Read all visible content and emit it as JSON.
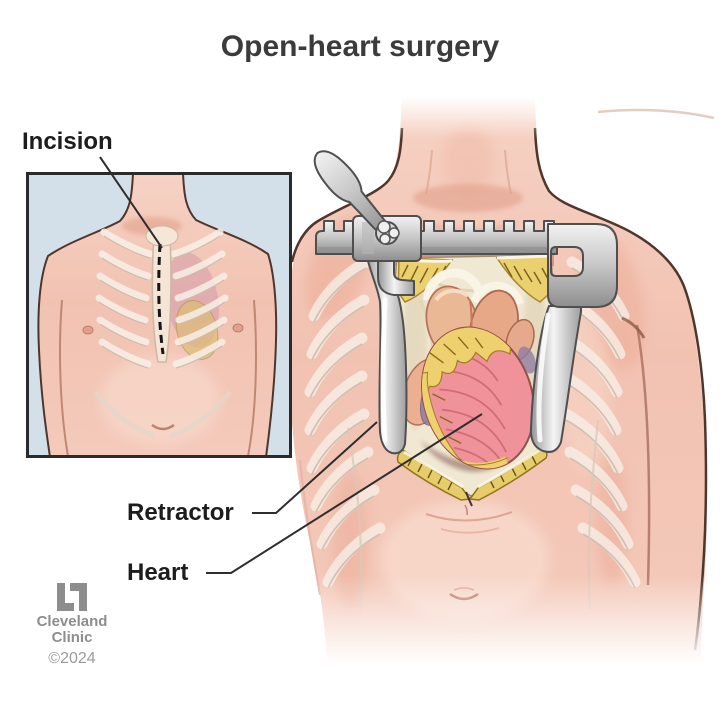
{
  "title": "Open-heart surgery",
  "annotations": {
    "incision": "Incision",
    "retractor": "Retractor",
    "heart": "Heart"
  },
  "footer": {
    "logo": "cleveland-clinic-logo",
    "name_line1": "Cleveland",
    "name_line2": "Clinic",
    "copyright": "©2024"
  },
  "figure": {
    "type": "medical-illustration",
    "subject": "Open-heart surgery: chest retractor holding sternotomy open to expose the heart; inset shows midline incision location",
    "colors": {
      "title_text": "#3b3b3b",
      "label_text": "#1d1d1d",
      "brand_gray": "#8d8d8d",
      "skin": "#f2c3b3",
      "skin_shadow": "#e39a88",
      "outline": "#4f362c",
      "inset_background": "#d3dfe9",
      "metal_light": "#ededed",
      "metal_dark": "#8f8f8f",
      "heart_pink": "#ef929a",
      "fat_yellow": "#eod279",
      "vessel_salmon": "#e8a888",
      "cavity_cream": "#f1e8d4"
    }
  }
}
